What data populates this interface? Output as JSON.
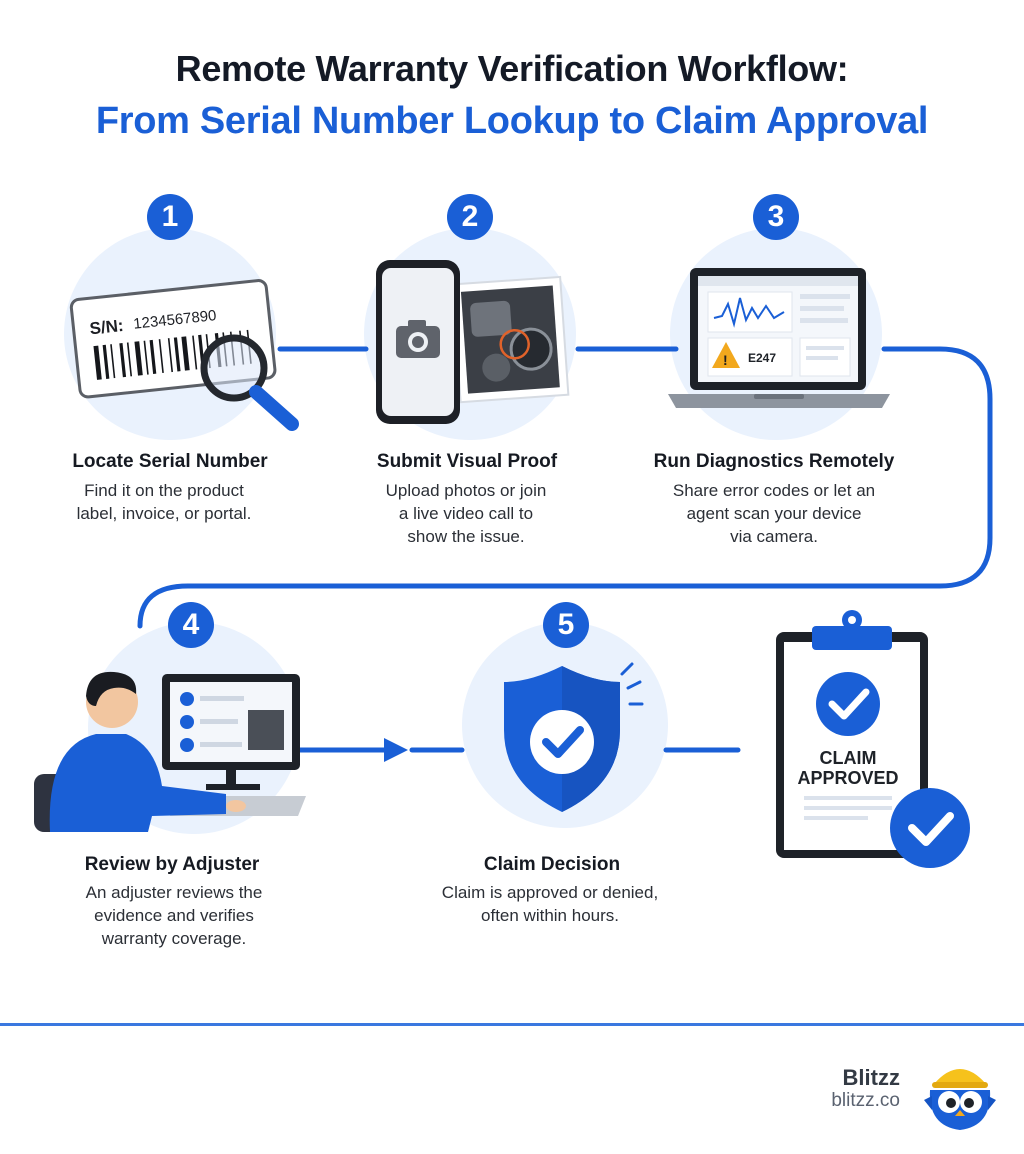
{
  "title": {
    "line1": "Remote Warranty Verification Workflow:",
    "line2": "From Serial Number Lookup to Claim Approval"
  },
  "steps": [
    {
      "number": "1",
      "title": "Locate Serial Number",
      "desc": [
        "Find it on the product",
        "label, invoice, or portal."
      ],
      "label_text": "S/N:",
      "serial": "1234567890"
    },
    {
      "number": "2",
      "title": "Submit Visual Proof",
      "desc": [
        "Upload photos or join",
        "a live video call to",
        "show the issue."
      ]
    },
    {
      "number": "3",
      "title": "Run Diagnostics Remotely",
      "desc": [
        "Share error codes or let an",
        "agent scan your device",
        "via camera."
      ],
      "error_code": "E247"
    },
    {
      "number": "4",
      "title": "Review by Adjuster",
      "desc": [
        "An adjuster reviews the",
        "evidence and verifies",
        "warranty coverage."
      ]
    },
    {
      "number": "5",
      "title": "Claim Decision",
      "desc": [
        "Claim is approved or denied,",
        "often within hours."
      ]
    }
  ],
  "clipboard": {
    "line1": "CLAIM",
    "line2": "APPROVED"
  },
  "brand": {
    "name": "Blitzz",
    "url": "blitzz.co"
  },
  "colors": {
    "accent": "#1a5fd6",
    "accent_light": "#eaf2fd",
    "dark": "#141a26"
  },
  "icons": [
    "magnifier-icon",
    "camera-icon",
    "warning-icon",
    "check-icon",
    "shield-icon",
    "clipboard-icon",
    "owl-mascot-icon"
  ]
}
